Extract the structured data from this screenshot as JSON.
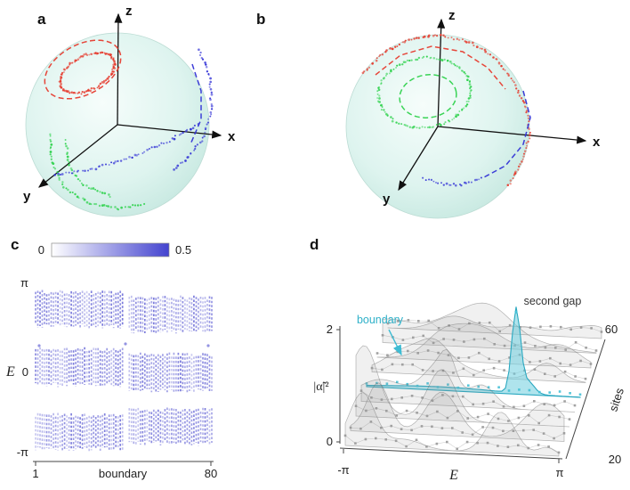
{
  "figure": {
    "background": "#ffffff",
    "panel_a": {
      "label": "a",
      "axis_x": "x",
      "axis_y": "y",
      "axis_z": "z"
    },
    "panel_b": {
      "label": "b",
      "axis_x": "x",
      "axis_y": "y",
      "axis_z": "z"
    },
    "panel_c": {
      "label": "c",
      "colorbar_min": "0",
      "colorbar_max": "0.5",
      "ytick_top": "π",
      "ytick_mid": "0",
      "ytick_bot": "-π",
      "ylabel": "E",
      "xtick_left": "1",
      "xtick_right": "80",
      "xlabel": "boundary"
    },
    "panel_d": {
      "label": "d",
      "ztick_top": "2",
      "ztick_bot": "0",
      "zlabel": "|α̃|²",
      "xtick_left": "-π",
      "xtick_right": "π",
      "xlabel": "E",
      "sitetick_near": "20",
      "sitetick_far": "60",
      "siteslabel": "sites",
      "boundary_note": "boundary",
      "secondgap_note": "second gap"
    }
  },
  "colors": {
    "red": "#e63b2e",
    "green": "#2fd24d",
    "blue": "#3333d6",
    "sphere_fill": "#d9f1ec",
    "band_blue": "#5a5ad2",
    "cyan": "#3fbcd3",
    "gray": "#9a9a9a"
  },
  "chart_data": [
    {
      "type": "scatter",
      "panel": "a",
      "description": "Bloch-sphere spin trajectories (periodic system): red closed loop upper-left, blue arc along right meridian, green arc lower-left, blue equatorial arc; dashed = drive period 1, dotted = stroboscopic points",
      "center": [
        132,
        140
      ],
      "radius": 103,
      "curves": [
        {
          "series": "red",
          "style": "dash",
          "kind": "ellipse",
          "cx": 93,
          "cy": 78,
          "rx": 46,
          "ry": 28,
          "rot": -28
        },
        {
          "series": "red",
          "style": "dots",
          "kind": "ellipse",
          "cx": 98,
          "cy": 82,
          "rx": 33,
          "ry": 19,
          "rot": -28
        },
        {
          "series": "blue",
          "style": "dots",
          "kind": "poly",
          "pts": [
            [
              224,
              56
            ],
            [
              236,
              88
            ],
            [
              238,
              122
            ],
            [
              228,
              155
            ],
            [
              208,
              180
            ],
            [
              196,
              190
            ]
          ]
        },
        {
          "series": "blue",
          "style": "dash",
          "kind": "poly",
          "pts": [
            [
              216,
              72
            ],
            [
              226,
              102
            ],
            [
              226,
              134
            ],
            [
              214,
              162
            ]
          ]
        },
        {
          "series": "green",
          "style": "dots",
          "kind": "poly",
          "pts": [
            [
              56,
              150
            ],
            [
              58,
              182
            ],
            [
              72,
              210
            ],
            [
              100,
              228
            ],
            [
              134,
              234
            ],
            [
              162,
              229
            ]
          ]
        },
        {
          "series": "green",
          "style": "dots",
          "kind": "poly",
          "pts": [
            [
              74,
              158
            ],
            [
              78,
              186
            ],
            [
              94,
              208
            ],
            [
              124,
              220
            ]
          ]
        },
        {
          "series": "blue",
          "style": "dots",
          "kind": "poly",
          "pts": [
            [
              62,
              196
            ],
            [
              104,
              190
            ],
            [
              148,
              176
            ],
            [
              190,
              158
            ],
            [
              222,
              140
            ]
          ]
        }
      ]
    },
    {
      "type": "scatter",
      "panel": "b",
      "description": "Bloch-sphere spin trajectories (with boundary): red orbit hugging the sphere rim from upper-left over the top and down the right side, green closed loop in the upper middle, blue arc on the lower right",
      "center": [
        212,
        142
      ],
      "radius": 103,
      "curves": [
        {
          "series": "red",
          "style": "dots",
          "kind": "poly",
          "pts": [
            [
              128,
              83
            ],
            [
              150,
              60
            ],
            [
              177,
              45
            ],
            [
              212,
              39
            ],
            [
              248,
              47
            ],
            [
              277,
              65
            ],
            [
              298,
              93
            ],
            [
              312,
              124
            ],
            [
              315,
              152
            ],
            [
              307,
              182
            ],
            [
              291,
              208
            ]
          ]
        },
        {
          "series": "red",
          "style": "dash",
          "kind": "poly",
          "pts": [
            [
              142,
              84
            ],
            [
              170,
              62
            ],
            [
              205,
              52
            ],
            [
              240,
              58
            ],
            [
              268,
              76
            ],
            [
              288,
              100
            ]
          ]
        },
        {
          "series": "green",
          "style": "dots",
          "kind": "ellipse",
          "cx": 197,
          "cy": 104,
          "rx": 52,
          "ry": 39,
          "rot": -8
        },
        {
          "series": "green",
          "style": "dash",
          "kind": "ellipse",
          "cx": 201,
          "cy": 108,
          "rx": 32,
          "ry": 24,
          "rot": -8
        },
        {
          "series": "blue",
          "style": "dash",
          "kind": "poly",
          "pts": [
            [
              308,
              102
            ],
            [
              316,
              132
            ],
            [
              308,
              162
            ],
            [
              288,
              186
            ],
            [
              262,
              200
            ]
          ]
        },
        {
          "series": "blue",
          "style": "dots",
          "kind": "poly",
          "pts": [
            [
              262,
              200
            ],
            [
              236,
              208
            ],
            [
              212,
              206
            ],
            [
              196,
              200
            ]
          ]
        }
      ]
    },
    {
      "type": "heatmap",
      "panel": "c",
      "description": "Quasienergy spectrum vs boundary position: three blue bands (near E≈π, E≈0, E≈-π regions) of 80 site columns, band positions shift at the boundary near column 40; faint in-gap boundary states at the edges and at the boundary",
      "xlabel": "boundary",
      "x_range": [
        1,
        80
      ],
      "ylabel": "E",
      "y_range": [
        "-π",
        "π"
      ],
      "colorbar_range": [
        0,
        0.5
      ],
      "plot": {
        "x0": 40,
        "x1": 238,
        "cols": 80,
        "boundary_col": 40,
        "bands": [
          {
            "left_y": [
              68,
              106
            ],
            "right_y": [
              74,
              112
            ]
          },
          {
            "left_y": [
              132,
              172
            ],
            "right_y": [
              138,
              178
            ]
          },
          {
            "left_y": [
              206,
              244
            ],
            "right_y": [
              200,
              238
            ]
          }
        ],
        "edge_dots": [
          [
            44,
            128
          ],
          [
            141,
            126
          ],
          [
            234,
            128
          ]
        ]
      }
    },
    {
      "type": "area",
      "panel": "d",
      "description": "Waterfall plot of |α̃|² vs quasienergy E (-π..π) for sites 20..60: gray bulk-state rows with small square markers and smooth gray envelopes, one cyan boundary-state row with a sharp peak in the second gap",
      "zlabel": "|α̃|²",
      "z_range": [
        0,
        2
      ],
      "xlabel": "E",
      "x_range": [
        "-π",
        "π"
      ],
      "sites_range": [
        20,
        60
      ],
      "geometry": {
        "front_left": [
          48,
          240
        ],
        "front_right": [
          288,
          252
        ],
        "row_dx": 6,
        "row_dy": -16.5,
        "rows": 9,
        "samples": 60,
        "markers": 21
      },
      "boundary_row": 4,
      "peak": {
        "t": 0.7,
        "h": 94,
        "w": 0.02
      },
      "annotations": [
        "boundary",
        "second gap"
      ]
    }
  ]
}
